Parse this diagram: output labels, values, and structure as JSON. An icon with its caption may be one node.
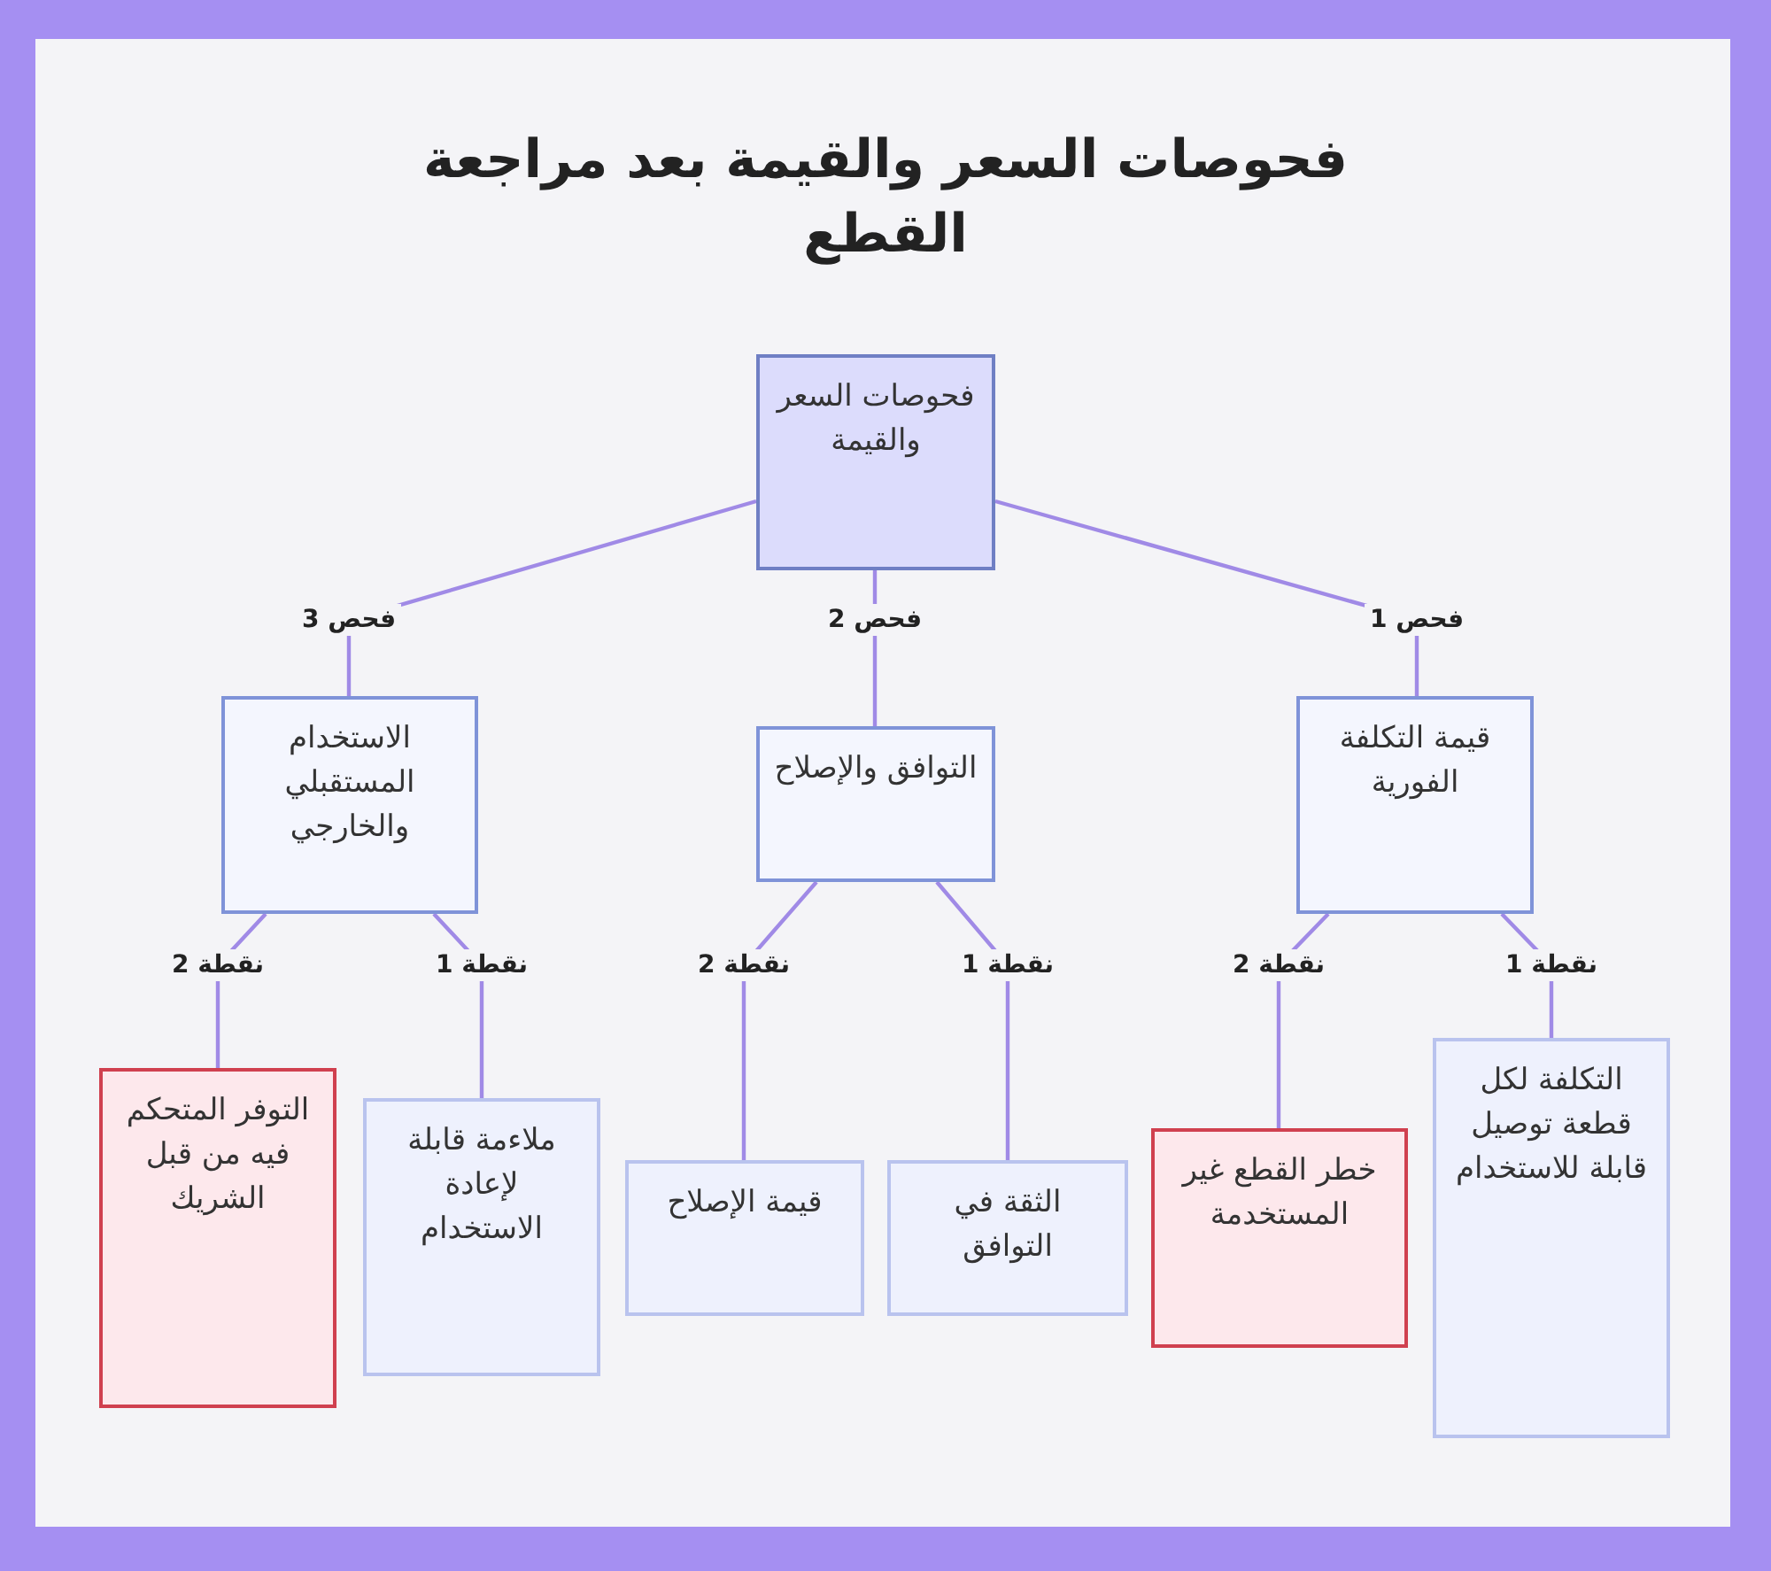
{
  "diagram": {
    "title": "فحوصات السعر والقيمة بعد مراجعة القطع",
    "nodes": [
      {
        "text": [
          "فحوصات السعر والقيمة"
        ]
      },
      {
        "text": [
          "قيمة التكلفة الفورية"
        ]
      },
      {
        "text": [
          "التوافق والإصلاح"
        ]
      },
      {
        "text": [
          "الاستخدام المستقبلي والخارجي"
        ]
      },
      {
        "text": [
          "التكلفة لكل قطعة توصيل قابلة للاستخدام"
        ]
      },
      {
        "text": [
          "خطر القطع غير المستخدمة"
        ]
      },
      {
        "text": [
          "الثقة في التوافق"
        ]
      },
      {
        "text": [
          "قيمة الإصلاح"
        ]
      },
      {
        "text": [
          "ملاءمة قابلة لإعادة الاستخدام"
        ]
      },
      {
        "text": [
          "التوفر المتحكم فيه من قبل الشريك"
        ]
      }
    ],
    "edges": [
      {
        "from": 0,
        "to": 1,
        "arrow": "none",
        "label": "فحص 1"
      },
      {
        "from": 0,
        "to": 2,
        "arrow": "none",
        "label": "فحص 2"
      },
      {
        "from": 0,
        "to": 3,
        "arrow": "none",
        "label": "فحص 3"
      },
      {
        "from": 1,
        "to": 4,
        "arrow": "none",
        "label": "نقطة 1"
      },
      {
        "from": 1,
        "to": 5,
        "arrow": "none",
        "label": "نقطة 2"
      },
      {
        "from": 2,
        "to": 6,
        "arrow": "none",
        "label": "نقطة 1"
      },
      {
        "from": 2,
        "to": 7,
        "arrow": "none",
        "label": "نقطة 2"
      },
      {
        "from": 3,
        "to": 8,
        "arrow": "none",
        "label": "نقطة 1"
      },
      {
        "from": 3,
        "to": 9,
        "arrow": "none",
        "label": "نقطة 2"
      }
    ]
  }
}
